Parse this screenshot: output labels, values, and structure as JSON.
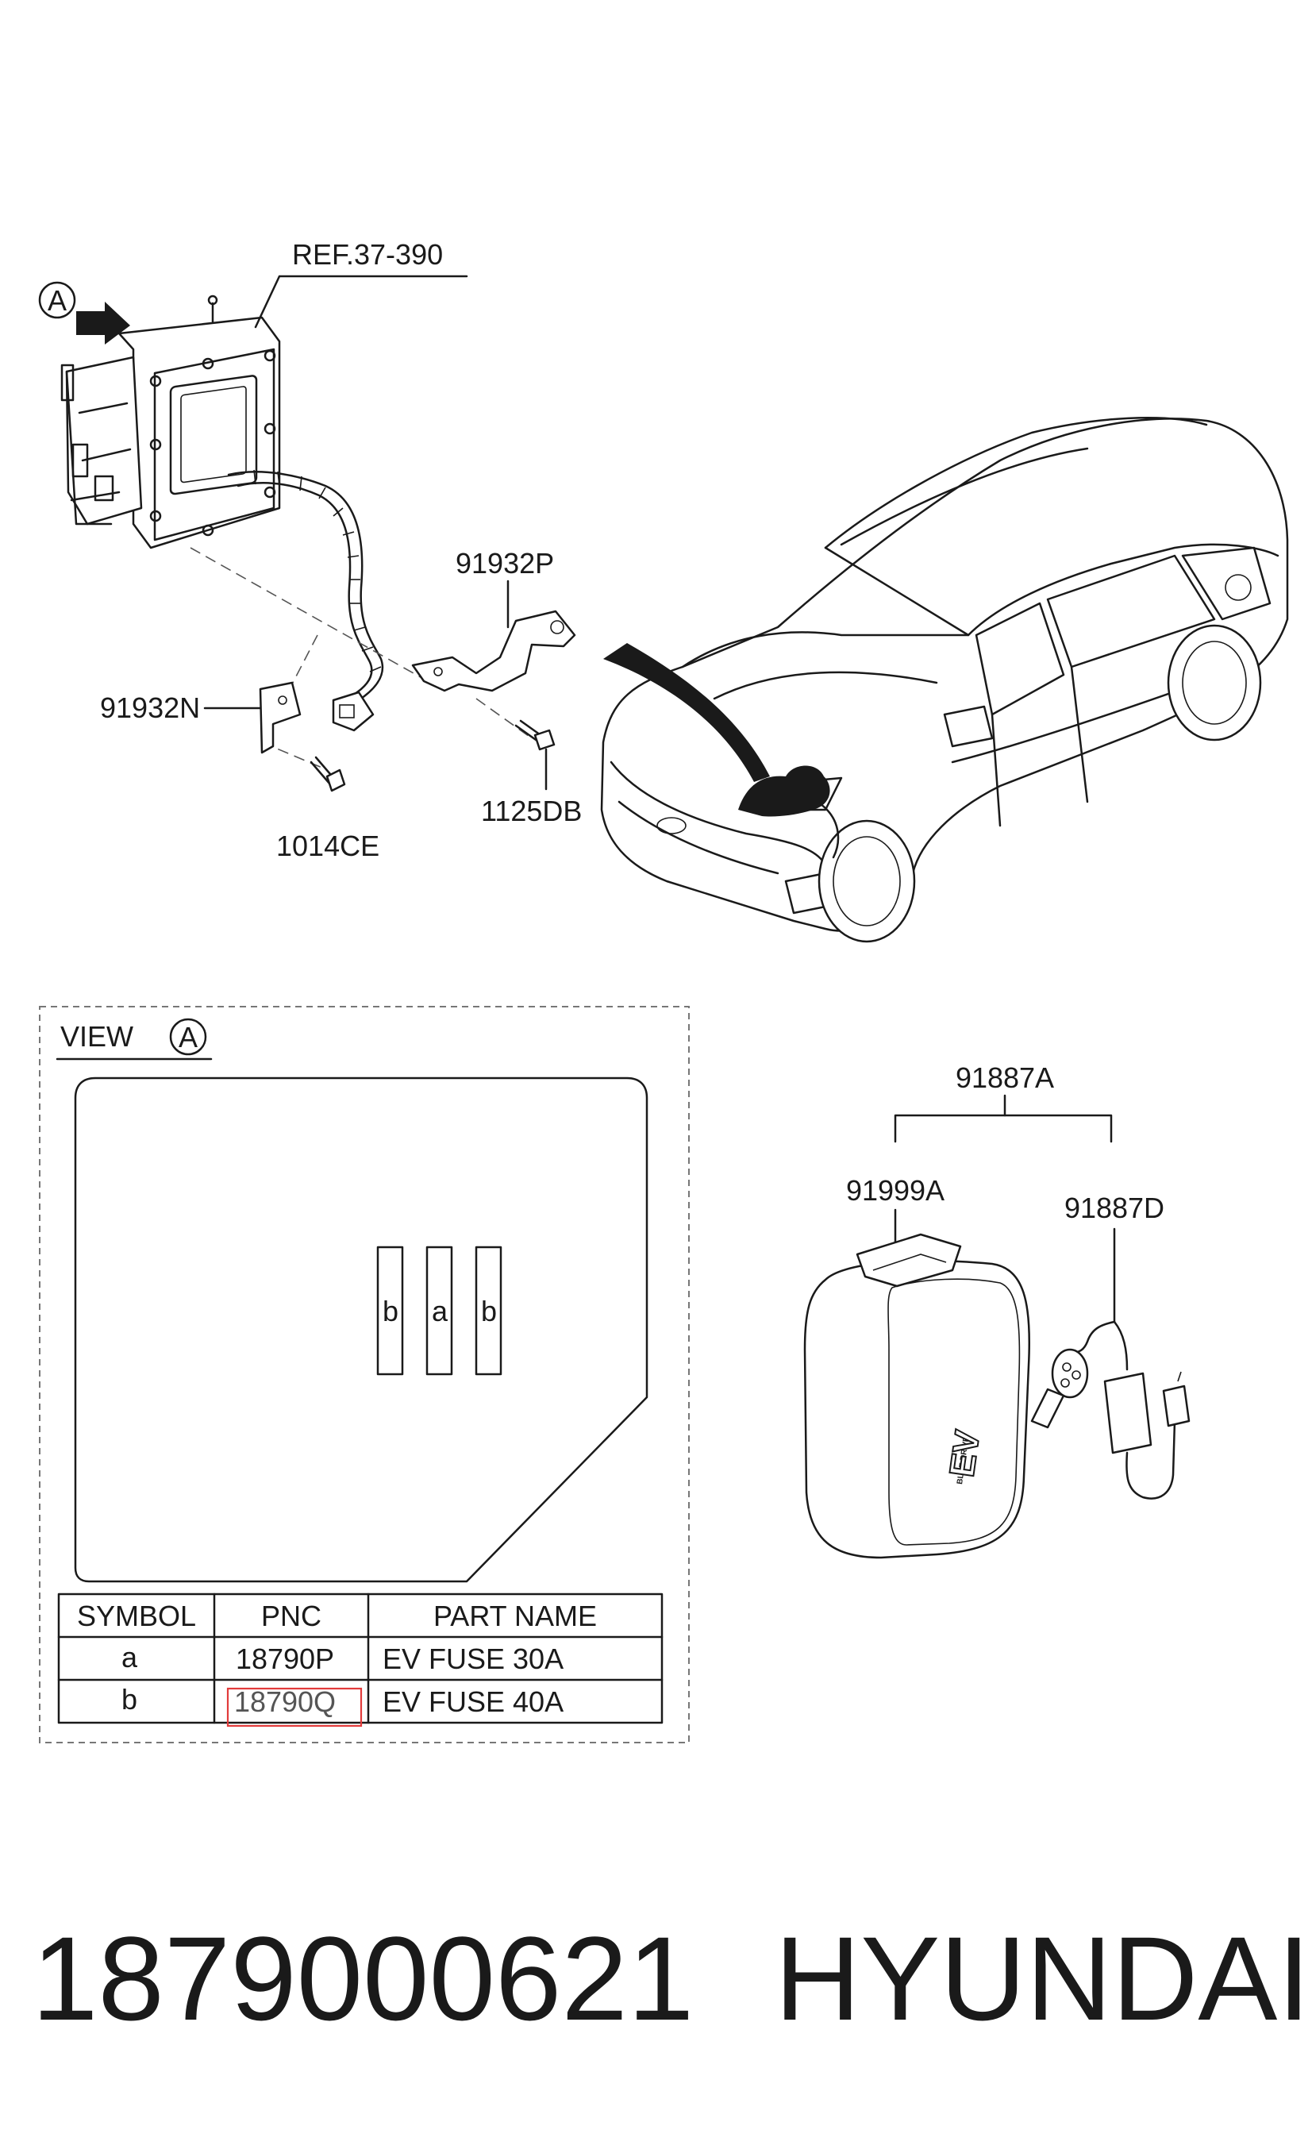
{
  "callouts": {
    "ref": "REF.37-390",
    "p91932p": "91932P",
    "p91932n": "91932N",
    "p1014ce": "1014CE",
    "p1125db": "1125DB",
    "p91887a": "91887A",
    "p91999a": "91999A",
    "p91887d": "91887D"
  },
  "view_marker": "A",
  "view": {
    "title": "VIEW",
    "marker": "A",
    "fuse_slots": [
      "b",
      "a",
      "b"
    ]
  },
  "parts_table": {
    "headers": [
      "SYMBOL",
      "PNC",
      "PART NAME"
    ],
    "rows": [
      {
        "symbol": "a",
        "pnc": "18790P",
        "name": "EV FUSE 30A"
      },
      {
        "symbol": "b",
        "pnc": "18790Q",
        "name": "EV FUSE 40A",
        "highlighted": true
      }
    ],
    "highlight_color": "#e23b3b"
  },
  "charger_case": {
    "lettering_1": "BLUE DRIVE",
    "lettering_2": "EV"
  },
  "footer": {
    "part_number": "1879000621",
    "brand": "HYUNDAI"
  }
}
